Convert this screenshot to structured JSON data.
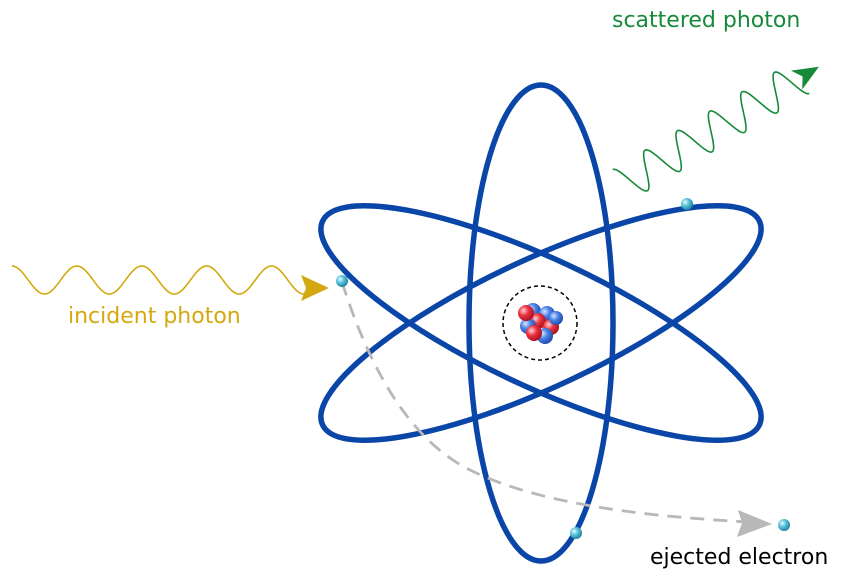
{
  "labels": {
    "scattered_photon": "scattered photon",
    "incident_photon": "incident photon",
    "ejected_electron": "ejected electron"
  },
  "colors": {
    "orbit": "#0a45a8",
    "incident_photon": "#d4a90f",
    "scattered_photon": "#178a3a",
    "ejected_path": "#b8b8b8",
    "electron": "#3fb6d0",
    "proton": "#e3202f",
    "neutron": "#3e79e0",
    "label_text": "#000000"
  },
  "icons": {
    "electron": "electron-sphere-icon",
    "proton": "proton-sphere-icon",
    "neutron": "neutron-sphere-icon"
  }
}
